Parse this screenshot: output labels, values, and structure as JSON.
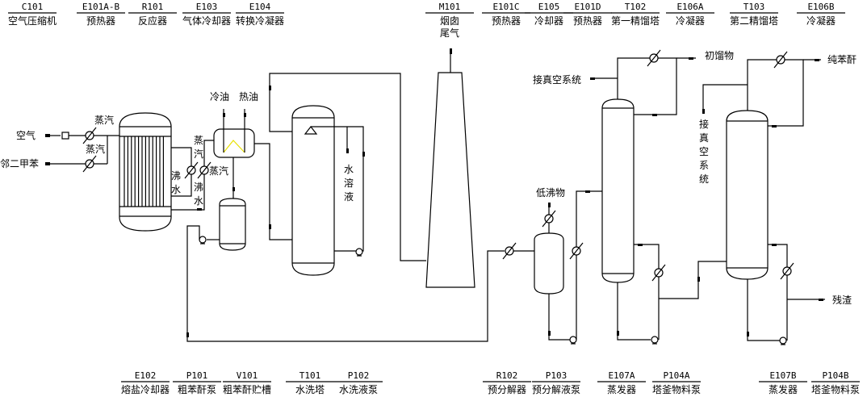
{
  "diagram_title": "邻二甲苯氧化制苯酐工艺流程图",
  "top_equipment": [
    {
      "tag": "C101",
      "name": "空气压缩机"
    },
    {
      "tag": "E101A-B",
      "name": "预热器"
    },
    {
      "tag": "R101",
      "name": "反应器"
    },
    {
      "tag": "E103",
      "name": "气体冷却器"
    },
    {
      "tag": "E104",
      "name": "转换冷凝器"
    },
    {
      "tag": "M101",
      "name": "烟囱",
      "name2": "尾气"
    },
    {
      "tag": "E101C",
      "name": "预热器"
    },
    {
      "tag": "E105",
      "name": "冷却器"
    },
    {
      "tag": "E101D",
      "name": "预热器"
    },
    {
      "tag": "T102",
      "name": "第一精馏塔"
    },
    {
      "tag": "E106A",
      "name": "冷凝器"
    },
    {
      "tag": "T103",
      "name": "第二精馏塔"
    },
    {
      "tag": "E106B",
      "name": "冷凝器"
    }
  ],
  "bottom_equipment": [
    {
      "tag": "E102",
      "name": "熔盐冷却器"
    },
    {
      "tag": "P101",
      "name": "粗苯酐泵"
    },
    {
      "tag": "V101",
      "name": "粗苯酐贮槽"
    },
    {
      "tag": "T101",
      "name": "水洗塔"
    },
    {
      "tag": "P102",
      "name": "水洗液泵"
    },
    {
      "tag": "R102",
      "name": "预分解器"
    },
    {
      "tag": "P103",
      "name": "预分解液泵"
    },
    {
      "tag": "E107A",
      "name": "蒸发器"
    },
    {
      "tag": "P104A",
      "name": "塔釜物料泵"
    },
    {
      "tag": "E107B",
      "name": "蒸发器"
    },
    {
      "tag": "P104B",
      "name": "塔釜物料泵"
    }
  ],
  "stream_labels": {
    "air": "空气",
    "oxylene": "邻二甲苯",
    "steam1": "蒸汽",
    "steam2": "蒸汽",
    "steam3": "蒸汽",
    "steam4": "蒸汽",
    "boil_water1": "沸水",
    "boil_water2": "沸水",
    "cold_oil": "冷油",
    "hot_oil": "热油",
    "water_solution": "水溶液",
    "low_boilers": "低沸物",
    "vacuum1": "接真空系统",
    "vacuum2": "接真空系统",
    "first_cut": "初馏物",
    "pure_pa": "纯苯酐",
    "residue": "残渣"
  }
}
